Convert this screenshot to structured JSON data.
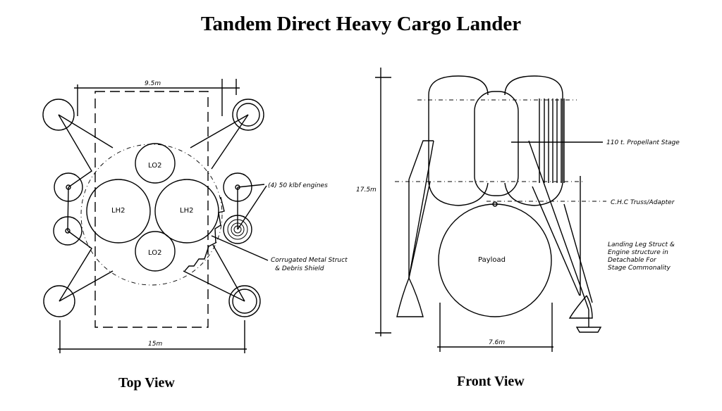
{
  "title": "Tandem Direct Heavy Cargo Lander",
  "top_view": {
    "caption": "Top View",
    "dim_top": "9.5m",
    "dim_bottom": "15m",
    "tanks": {
      "lox_top": "LO2",
      "lox_bottom": "LO2",
      "lh2_left": "LH2",
      "lh2_right": "LH2"
    },
    "annotations": {
      "engines": "(4) 50 klbf engines",
      "debris_shield_line1": "Corrugated Metal Struct",
      "debris_shield_line2": "& Debris Shield"
    }
  },
  "front_view": {
    "caption": "Front View",
    "dim_height": "17.5m",
    "dim_width": "7.6m",
    "payload_label": "Payload",
    "annotations": {
      "propellant_stage": "110 t. Propellant Stage",
      "chc_truss": "C.H.C Truss/Adapter",
      "landing_leg_line1": "Landing Leg Struct &",
      "landing_leg_line2": "Engine structure in",
      "landing_leg_line3": "Detachable For",
      "landing_leg_line4": "Stage Commonality"
    }
  }
}
